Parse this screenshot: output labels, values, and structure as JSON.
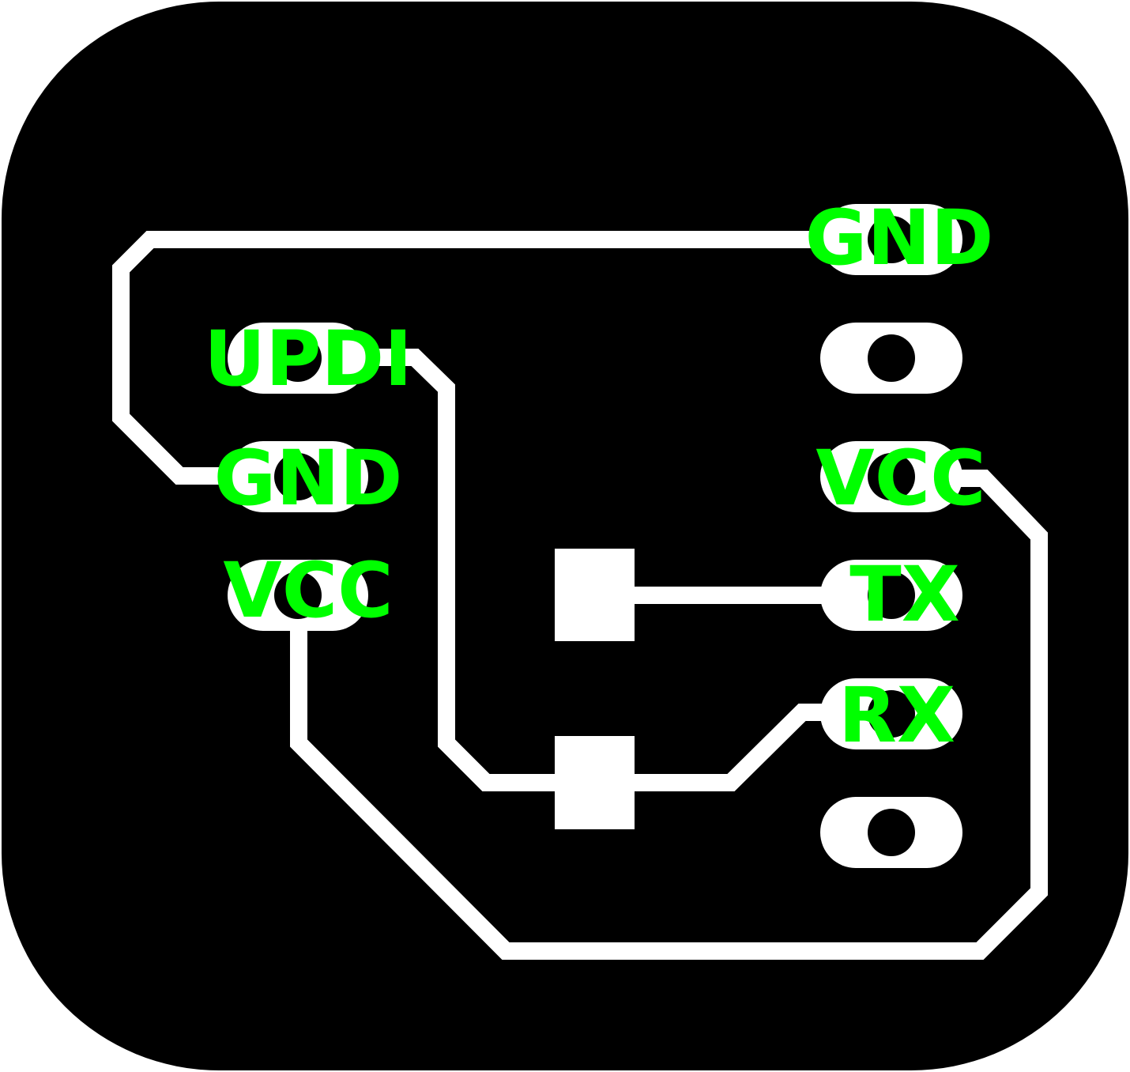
{
  "colors": {
    "board": "#000000",
    "trace": "#ffffff",
    "label": "#00ff00"
  },
  "labels": {
    "upper_gnd": "GND",
    "updi": "UPDI",
    "left_gnd": "GND",
    "left_vcc": "VCC",
    "right_vcc": "VCC",
    "tx": "TX",
    "rx": "RX"
  }
}
